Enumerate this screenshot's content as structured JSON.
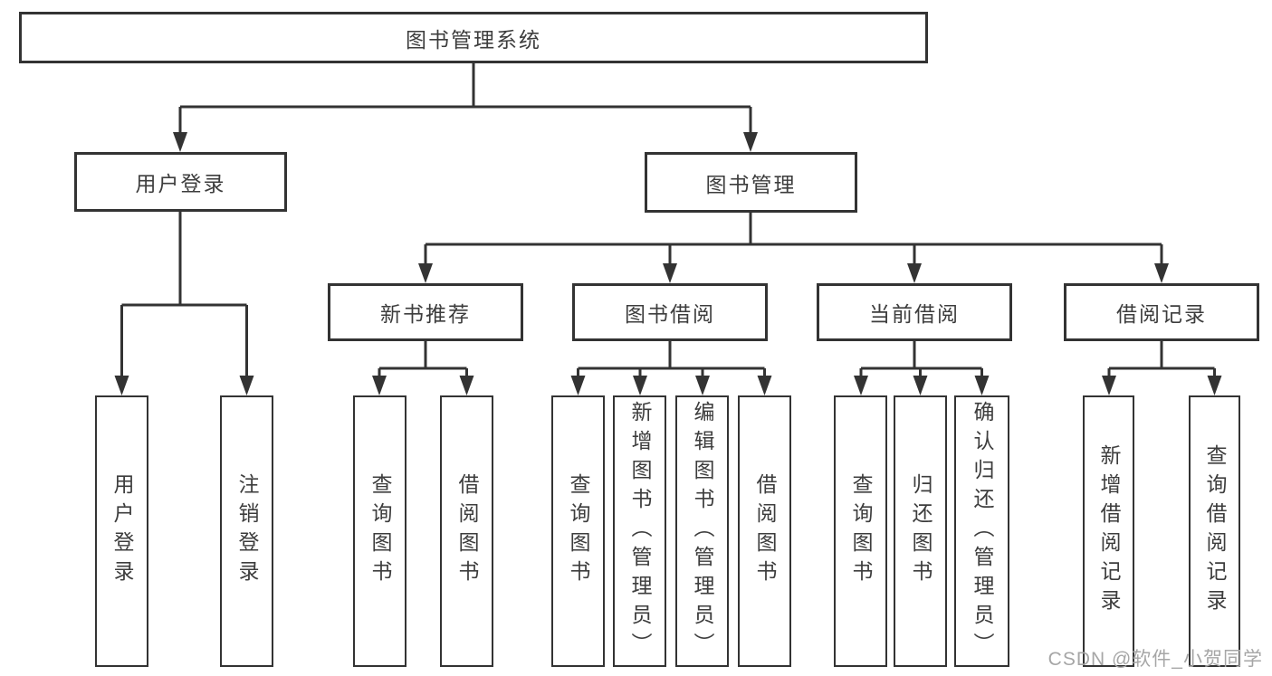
{
  "diagram": {
    "type": "hierarchy",
    "tree": {
      "label": "图书管理系统",
      "children": [
        {
          "label": "用户登录",
          "children": [
            {
              "label": "用户登录"
            },
            {
              "label": "注销登录"
            }
          ]
        },
        {
          "label": "图书管理",
          "children": [
            {
              "label": "新书推荐",
              "children": [
                {
                  "label": "查询图书"
                },
                {
                  "label": "借阅图书"
                }
              ]
            },
            {
              "label": "图书借阅",
              "children": [
                {
                  "label": "查询图书"
                },
                {
                  "label": "新增图书（管理员）"
                },
                {
                  "label": "编辑图书（管理员）"
                },
                {
                  "label": "借阅图书"
                }
              ]
            },
            {
              "label": "当前借阅",
              "children": [
                {
                  "label": "查询图书"
                },
                {
                  "label": "归还图书"
                },
                {
                  "label": "确认归还（管理员）"
                }
              ]
            },
            {
              "label": "借阅记录",
              "children": [
                {
                  "label": "新增借阅记录"
                },
                {
                  "label": "查询借阅记录"
                }
              ]
            }
          ]
        }
      ]
    },
    "colors": {
      "line": "#333333",
      "box_border": "#333333",
      "text": "#3d3d3d",
      "background": "#ffffff",
      "watermark": "#a6a6a6"
    }
  },
  "watermark": {
    "text": "CSDN @软件_小贺同学"
  }
}
